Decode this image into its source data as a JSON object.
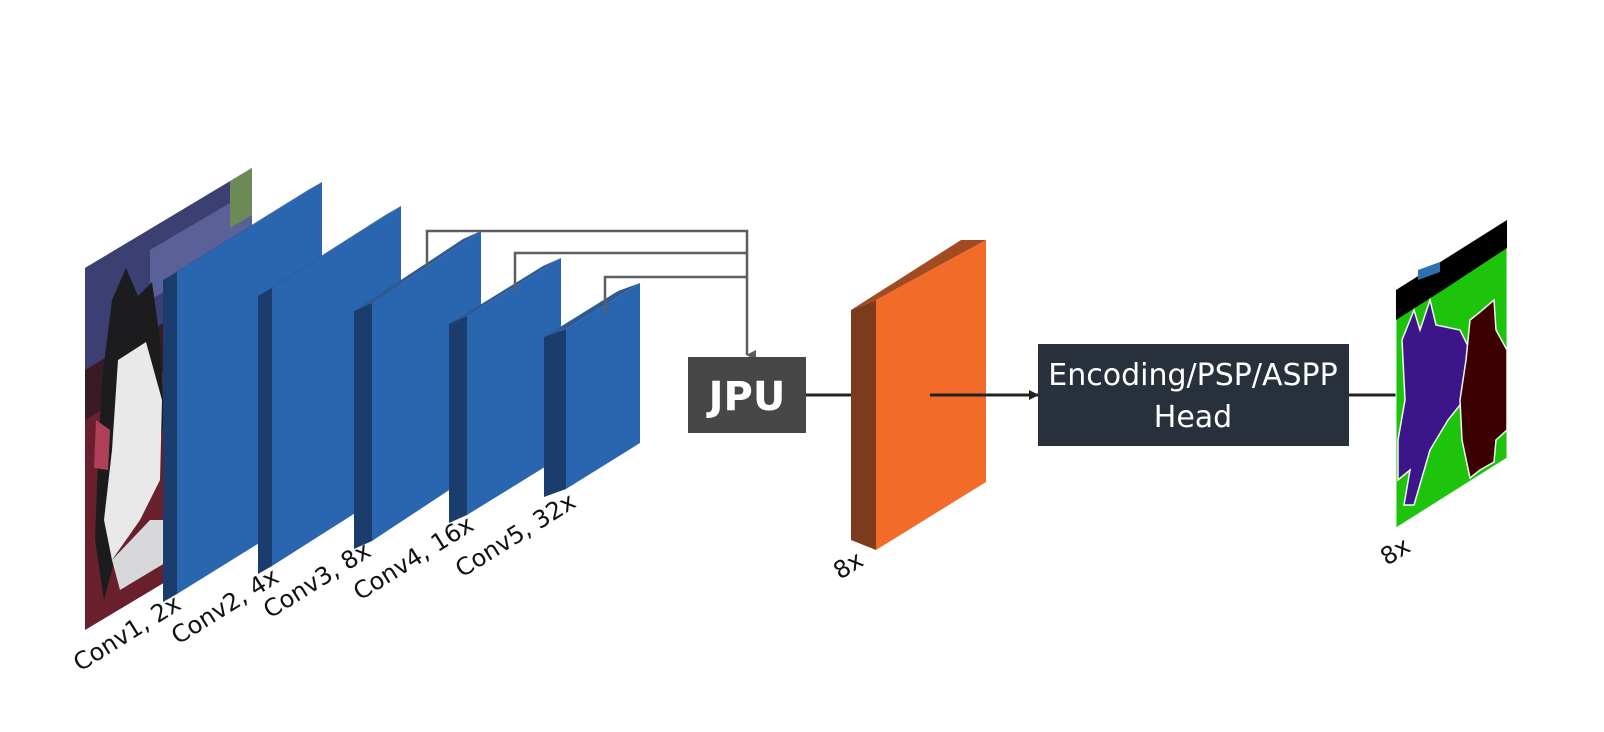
{
  "colors": {
    "block_front": "#2a65b0",
    "block_side": "#1b3d6e",
    "block_top": "#2d5a93",
    "feature_front": "#f26b28",
    "feature_side": "#7c3b1d",
    "feature_top": "#a04c20",
    "jpu_box": "#474747",
    "head_box": "#28303c",
    "connector": "#5e5e5e",
    "arrow": "#222222",
    "seg_background": "#1ec40b",
    "seg_dog1": "#3c1688",
    "seg_dog2": "#3c0000",
    "seg_border": "#f5f5f5"
  },
  "stages": [
    {
      "label": "Conv1, 2x"
    },
    {
      "label": "Conv2, 4x"
    },
    {
      "label": "Conv3, 8x"
    },
    {
      "label": "Conv4, 16x"
    },
    {
      "label": "Conv5, 32x"
    }
  ],
  "jpu": {
    "label": "JPU"
  },
  "feature_map": {
    "label": "8x"
  },
  "head": {
    "line1": "Encoding/PSP/ASPP",
    "line2": "Head"
  },
  "output": {
    "label": "8x"
  }
}
